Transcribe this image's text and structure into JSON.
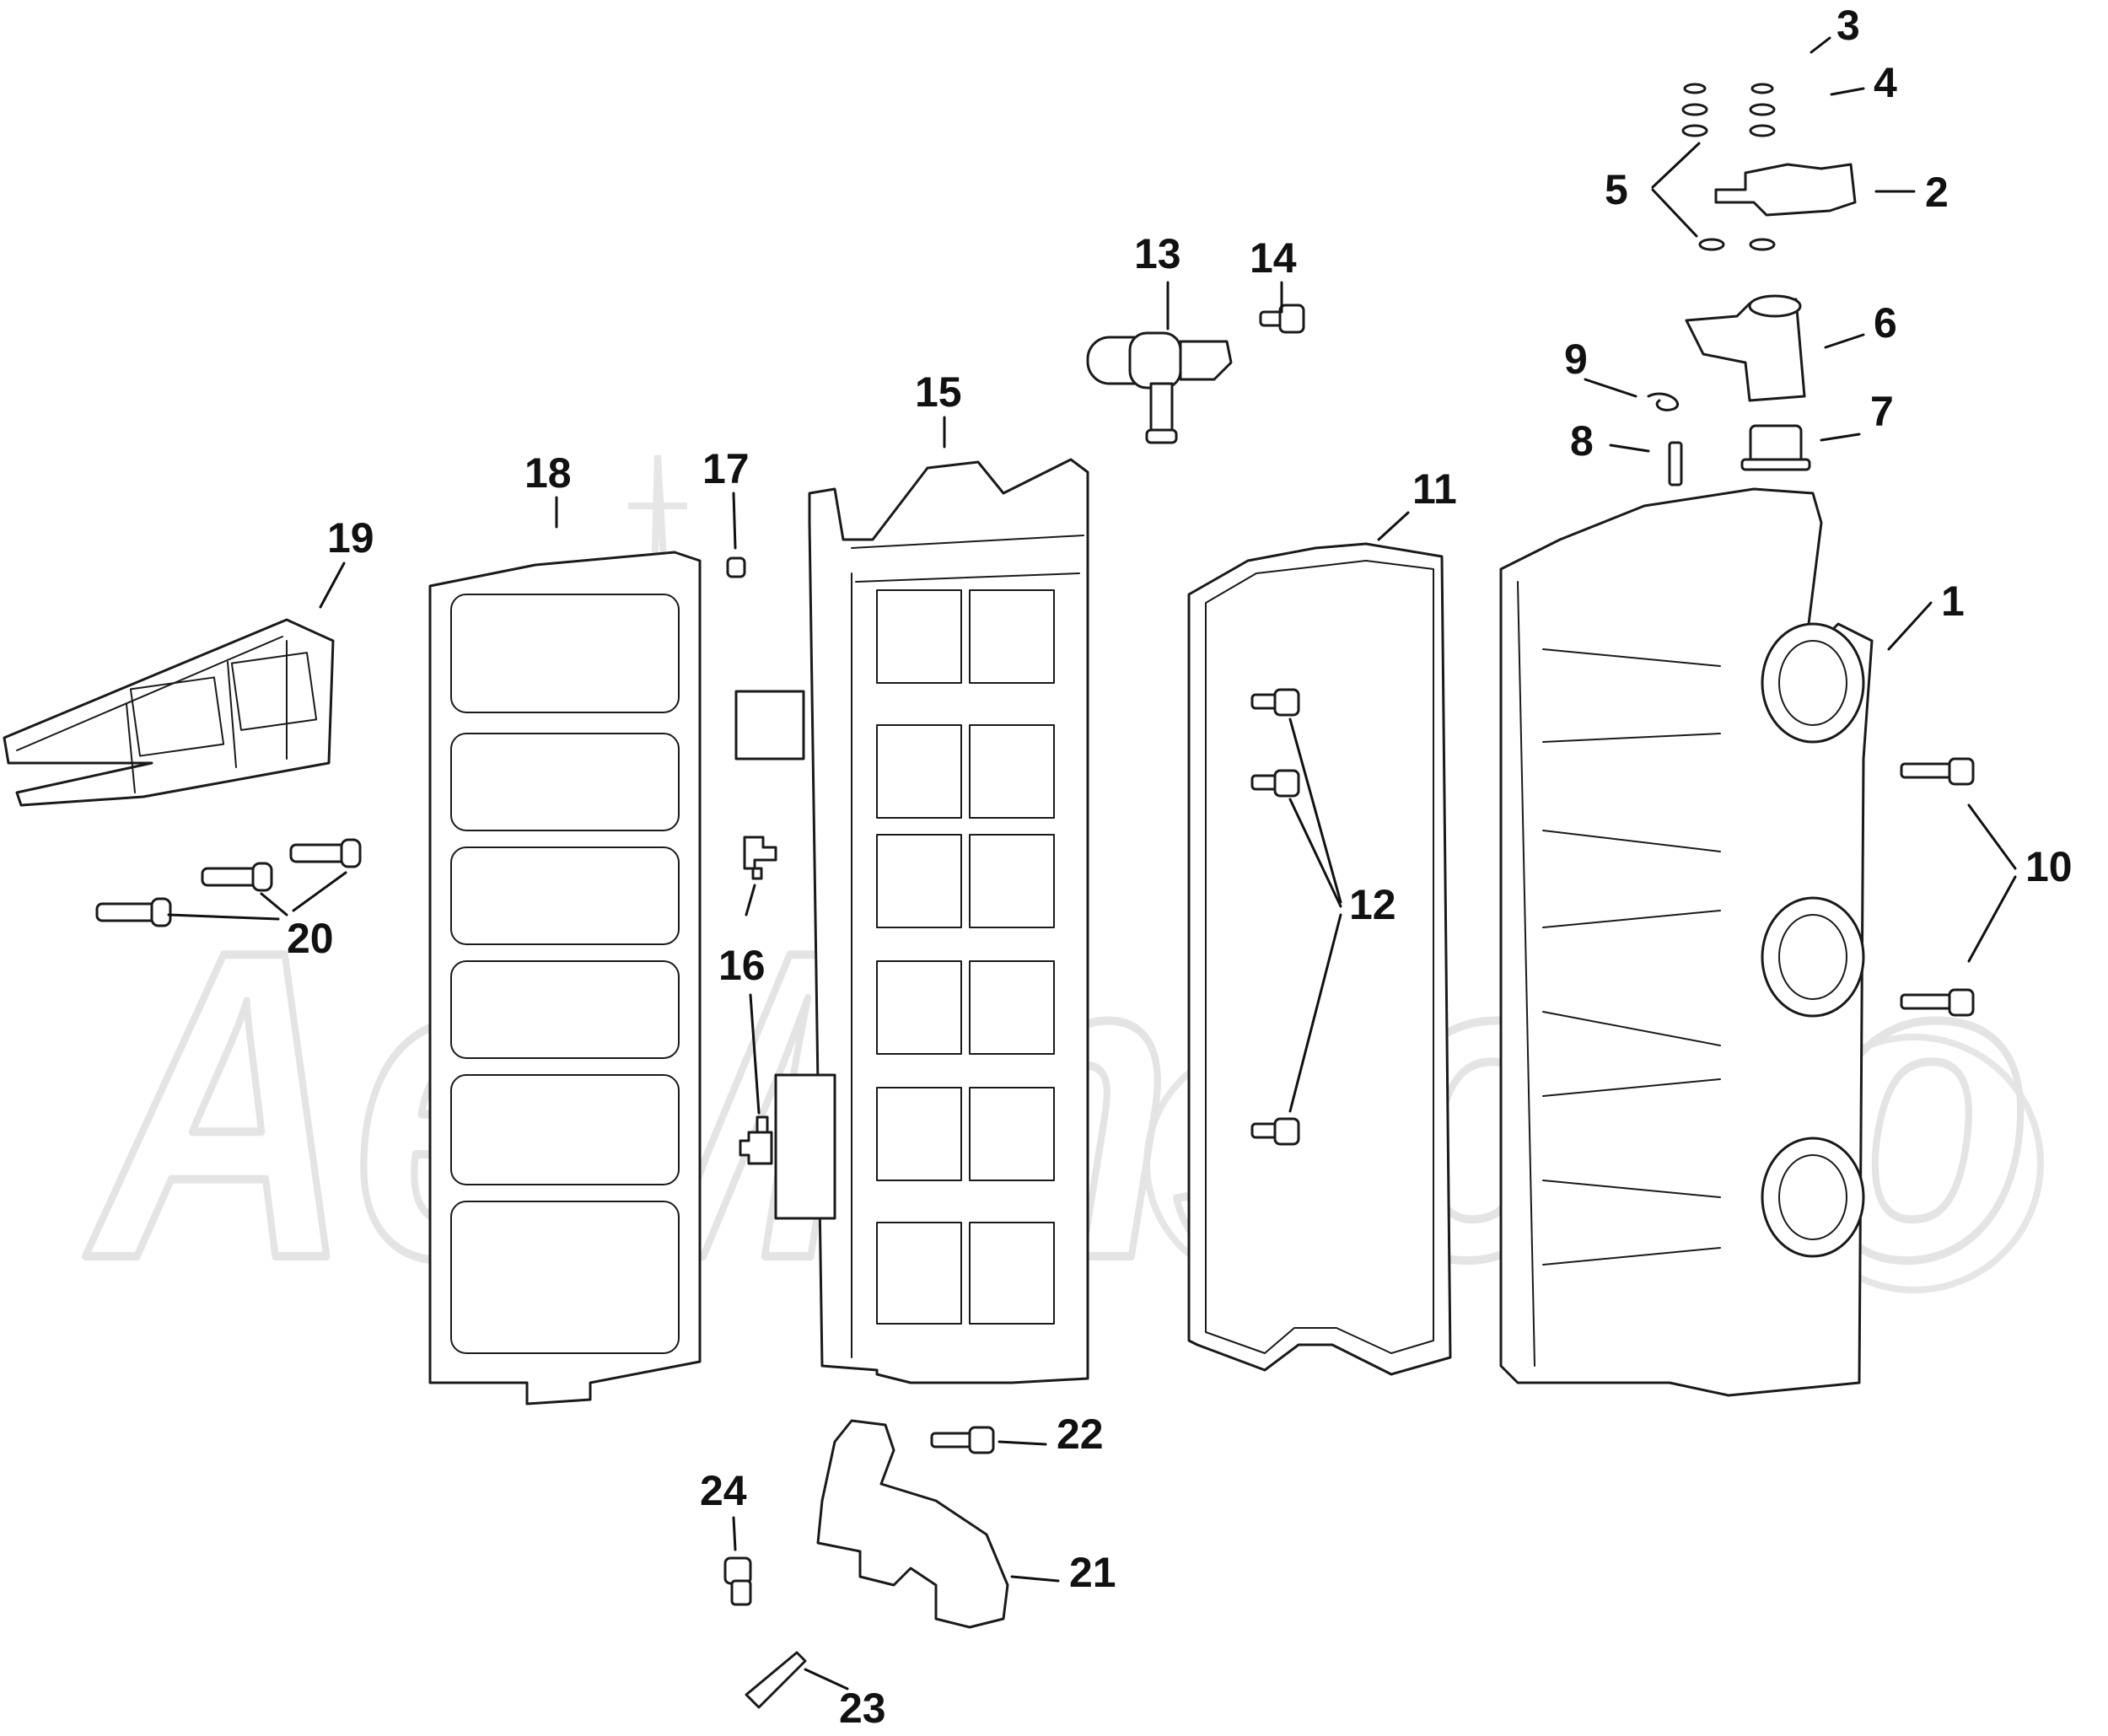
{
  "watermark": {
    "text": "AeMmsono"
  },
  "callouts": {
    "c1": "1",
    "c2": "2",
    "c3": "3",
    "c4": "4",
    "c5": "5",
    "c6": "6",
    "c7": "7",
    "c8": "8",
    "c9": "9",
    "c10": "10",
    "c11": "11",
    "c12": "12",
    "c13": "13",
    "c14": "14",
    "c15": "15",
    "c16": "16",
    "c17": "17",
    "c18": "18",
    "c19": "19",
    "c20": "20",
    "c21": "21",
    "c22": "22",
    "c23": "23",
    "c24": "24"
  },
  "colors": {
    "line": "#1a1a1a",
    "watermark": "#e4e4e4",
    "background": "#ffffff"
  }
}
